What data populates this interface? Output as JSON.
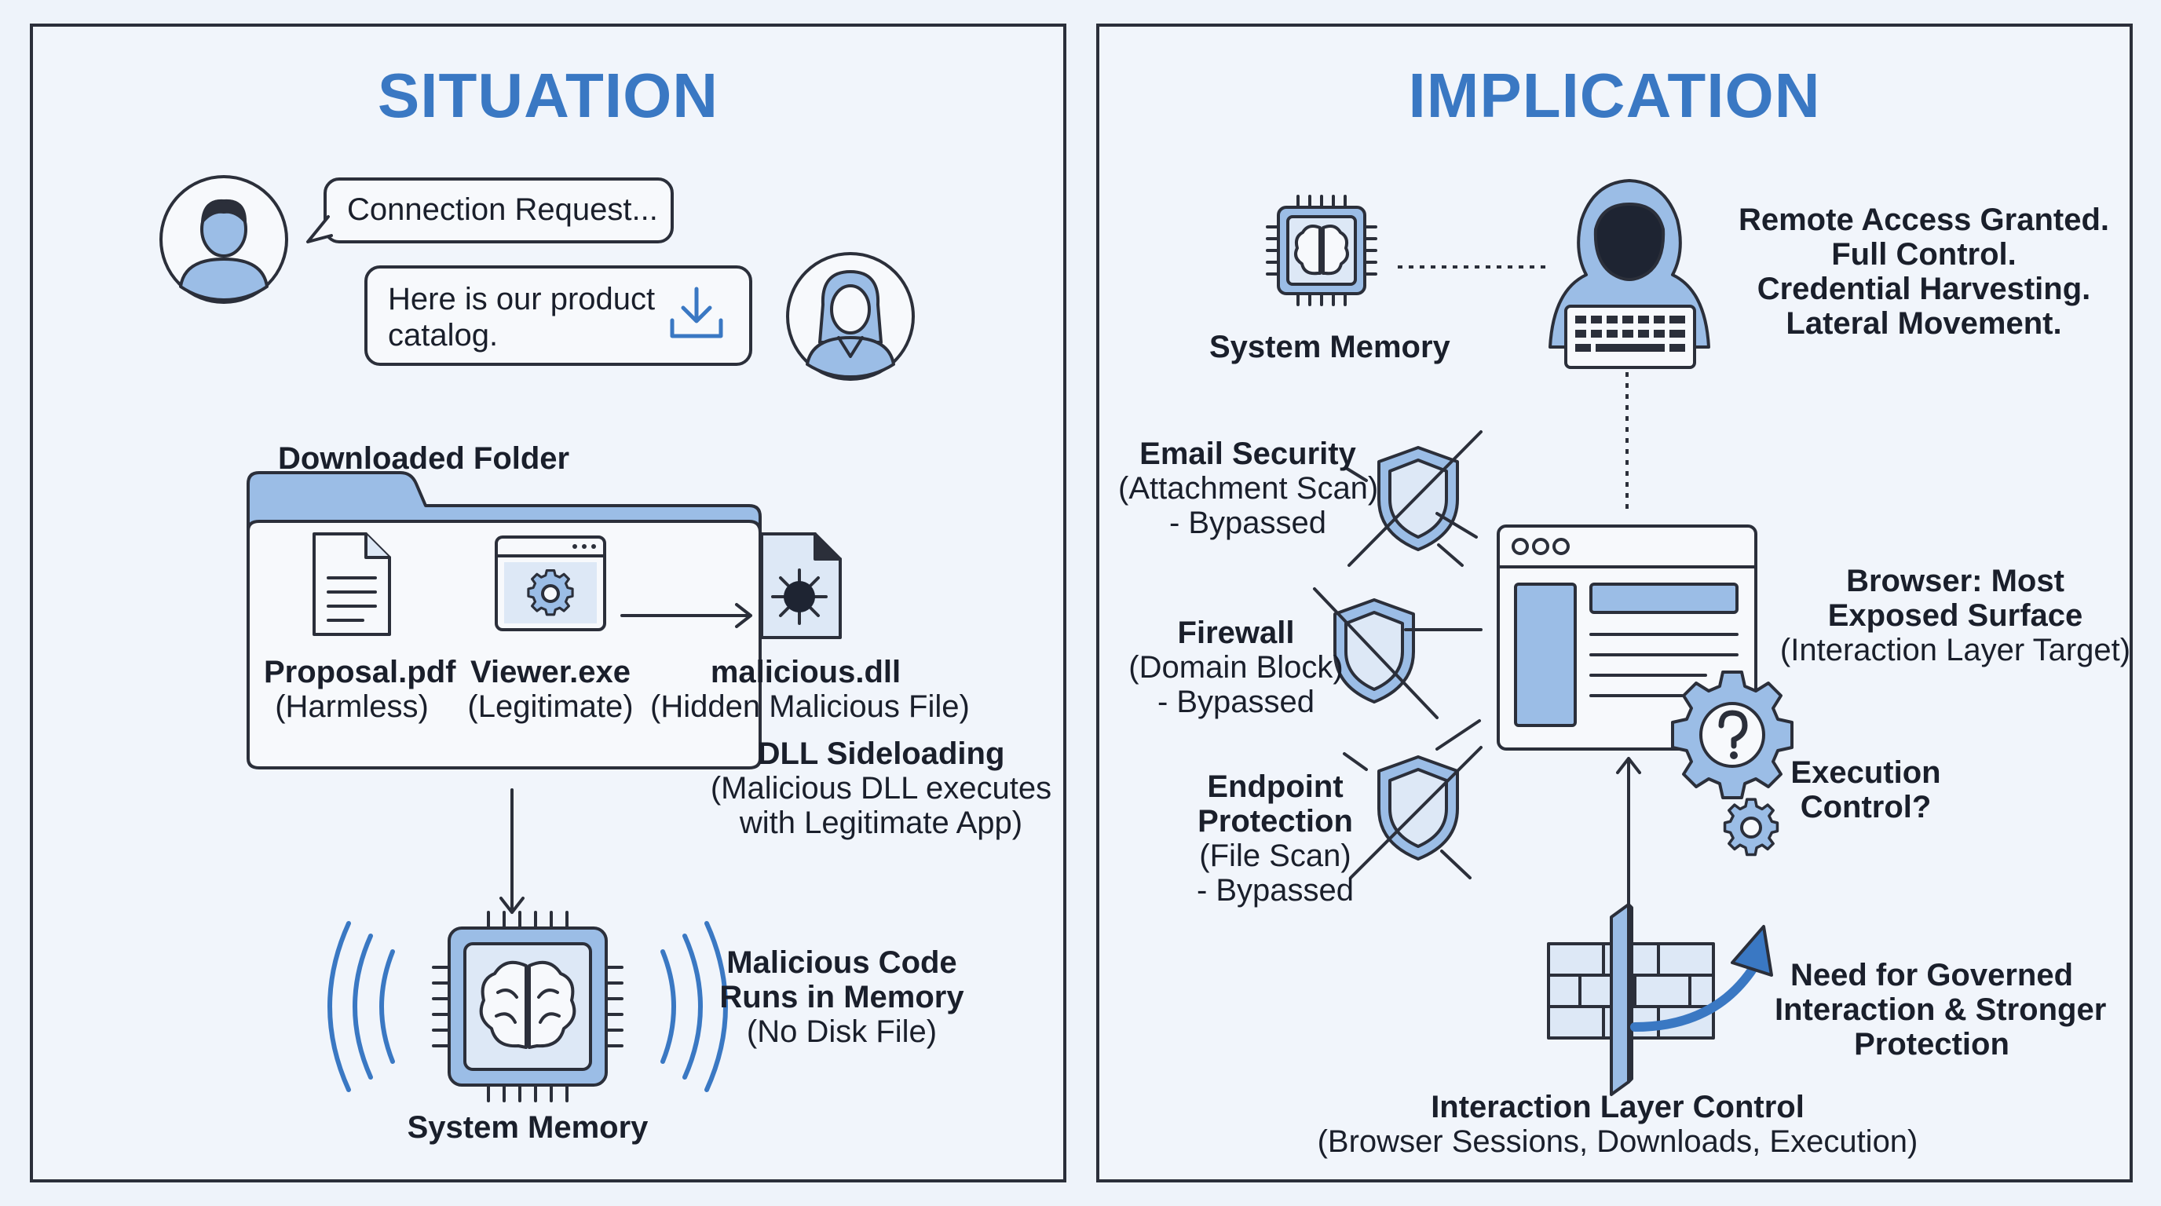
{
  "situation": {
    "title": "SITUATION",
    "chat": {
      "msg1": "Connection Request...",
      "msg2_line1": "Here is our product",
      "msg2_line2": "catalog."
    },
    "folder": {
      "label": "Downloaded Folder",
      "files": [
        {
          "name": "Proposal.pdf",
          "note": "(Harmless)"
        },
        {
          "name": "Viewer.exe",
          "note": "(Legitimate)"
        },
        {
          "name": "malicious.dll",
          "note": "(Hidden Malicious File)"
        }
      ]
    },
    "sideload": {
      "title": "DLL Sideloading",
      "line1": "(Malicious DLL executes",
      "line2": "with Legitimate App)"
    },
    "memory": {
      "label": "System Memory",
      "line1": "Malicious Code",
      "line2": "Runs in Memory",
      "line3": "(No Disk File)"
    }
  },
  "implication": {
    "title": "IMPLICATION",
    "memory_label": "System Memory",
    "attacker": {
      "line1": "Remote Access Granted.",
      "line2": "Full Control.",
      "line3": "Credential Harvesting.",
      "line4": "Lateral Movement."
    },
    "defenses": [
      {
        "line1": "Email Security",
        "line2": "(Attachment Scan)",
        "line3": "- Bypassed"
      },
      {
        "line1": "Firewall",
        "line2": "(Domain Block)",
        "line3": "- Bypassed"
      },
      {
        "line1": "Endpoint",
        "line2": "Protection",
        "line3": "(File Scan)",
        "line4": "- Bypassed"
      }
    ],
    "browser": {
      "line1": "Browser: Most",
      "line2": "Exposed Surface",
      "line3": "(Interaction Layer Target)"
    },
    "execution": {
      "line1": "Execution",
      "line2": "Control?"
    },
    "need": {
      "line1": "Need for Governed",
      "line2": "Interaction & Stronger",
      "line3": "Protection"
    },
    "control": {
      "line1": "Interaction Layer Control",
      "line2": "(Browser Sessions, Downloads, Execution)"
    }
  }
}
